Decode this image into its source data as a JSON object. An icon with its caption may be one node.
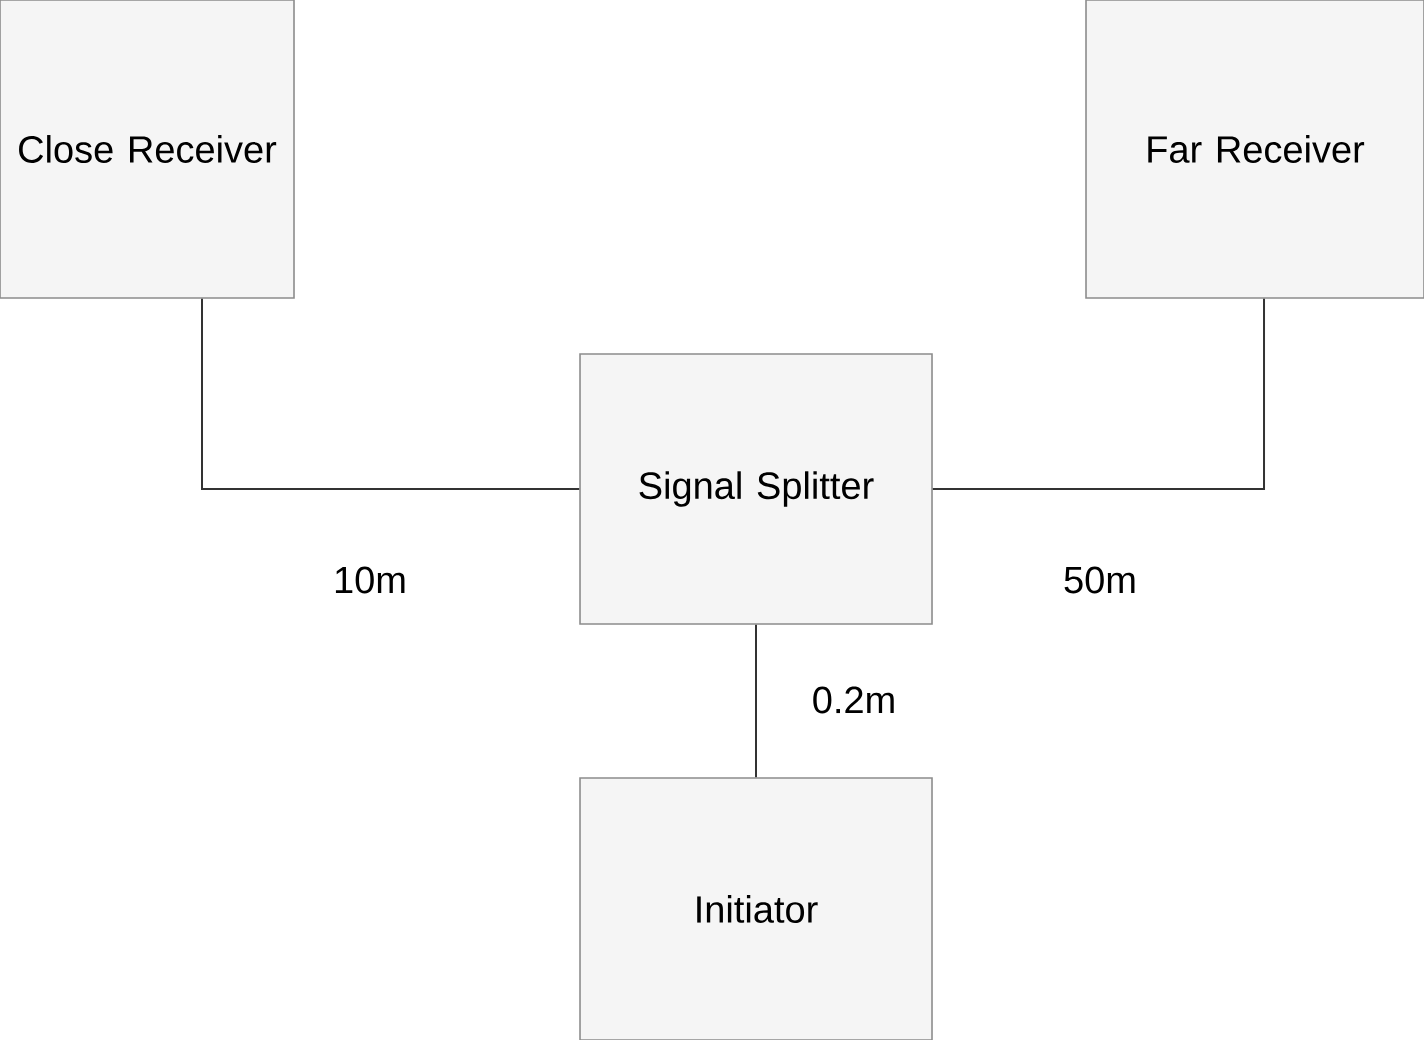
{
  "diagram": {
    "nodes": [
      {
        "text": [
          "Close Receiver"
        ]
      },
      {
        "text": [
          "Far Receiver"
        ]
      },
      {
        "text": [
          "Signal Splitter"
        ]
      },
      {
        "text": [
          "Initiator"
        ]
      }
    ],
    "edges": [
      {
        "from": 2,
        "to": 0,
        "arrow": "none",
        "label": "10m"
      },
      {
        "from": 2,
        "to": 1,
        "arrow": "none",
        "label": "50m"
      },
      {
        "from": 3,
        "to": 2,
        "arrow": "none",
        "label": "0.2m"
      }
    ]
  }
}
